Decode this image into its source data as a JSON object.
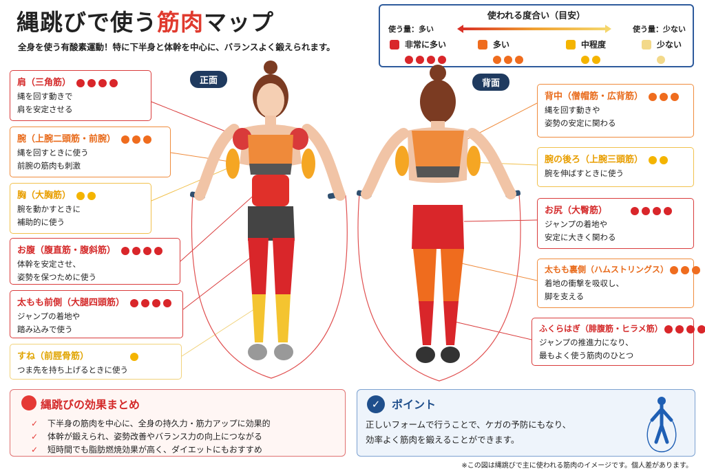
{
  "header": {
    "title_prefix": "縄跳びで使う",
    "title_accent": "筋肉",
    "title_suffix": "マップ",
    "subtitle": "全身を使う有酸素運動！特に下半身と体幹を中心に、バランスよく鍛えられます。"
  },
  "legend": {
    "title": "使われる度合い（目安）",
    "more_label": "使う量：多い",
    "less_label": "使う量：少ない",
    "levels": [
      {
        "label": "非常に多い",
        "color": "#d9262a",
        "dots": 4
      },
      {
        "label": "多い",
        "color": "#ef6c1e",
        "dots": 3
      },
      {
        "label": "中程度",
        "color": "#f4b400",
        "dots": 2
      },
      {
        "label": "少ない",
        "color": "#f3d98a",
        "dots": 1
      }
    ]
  },
  "views": {
    "front": "正面",
    "back": "背面"
  },
  "front_muscles": [
    {
      "name": "肩（三角筋）",
      "level": 4,
      "desc1": "縄を回す動きで",
      "desc2": "肩を安定させる"
    },
    {
      "name": "腕（上腕二頭筋・前腕）",
      "level": 3,
      "desc1": "縄を回すときに使う",
      "desc2": "前腕の筋肉も刺激"
    },
    {
      "name": "胸（大胸筋）",
      "level": 2,
      "desc1": "腕を動かすときに",
      "desc2": "補助的に使う"
    },
    {
      "name": "お腹（腹直筋・腹斜筋）",
      "level": 4,
      "desc1": "体幹を安定させ、",
      "desc2": "姿勢を保つために使う"
    },
    {
      "name": "太もも前側（大腿四頭筋）",
      "level": 4,
      "desc1": "ジャンプの着地や",
      "desc2": "踏み込みで使う"
    },
    {
      "name": "すね（前脛骨筋）",
      "level": 1,
      "desc1": "つま先を持ち上げるときに使う",
      "desc2": ""
    }
  ],
  "back_muscles": [
    {
      "name": "背中（僧帽筋・広背筋）",
      "level": 3,
      "desc1": "縄を回す動きや",
      "desc2": "姿勢の安定に関わる"
    },
    {
      "name": "腕の後ろ（上腕三頭筋）",
      "level": 2,
      "desc1": "腕を伸ばすときに使う",
      "desc2": ""
    },
    {
      "name": "お尻（大臀筋）",
      "level": 4,
      "desc1": "ジャンプの着地や",
      "desc2": "安定に大きく関わる"
    },
    {
      "name": "太もも裏側（ハムストリングス）",
      "level": 3,
      "desc1": "着地の衝撃を吸収し、",
      "desc2": "脚を支える"
    },
    {
      "name": "ふくらはぎ（腓腹筋・ヒラメ筋）",
      "level": 4,
      "desc1": "ジャンプの推進力になり、",
      "desc2": "最もよく使う筋肉のひとつ"
    }
  ],
  "summary": {
    "title": "縄跳びの効果まとめ",
    "items": [
      "下半身の筋肉を中心に、全身の持久力・筋力アップに効果的",
      "体幹が鍛えられ、姿勢改善やバランス力の向上につながる",
      "短時間でも脂肪燃焼効果が高く、ダイエットにもおすすめ"
    ]
  },
  "point": {
    "title": "ポイント",
    "line1": "正しいフォームで行うことで、ケガの予防にもなり、",
    "line2": "効率よく筋肉を鍛えることができます。"
  },
  "footnote": "※この図は縄跳びで主に使われる筋肉のイメージです。個人差があります。"
}
